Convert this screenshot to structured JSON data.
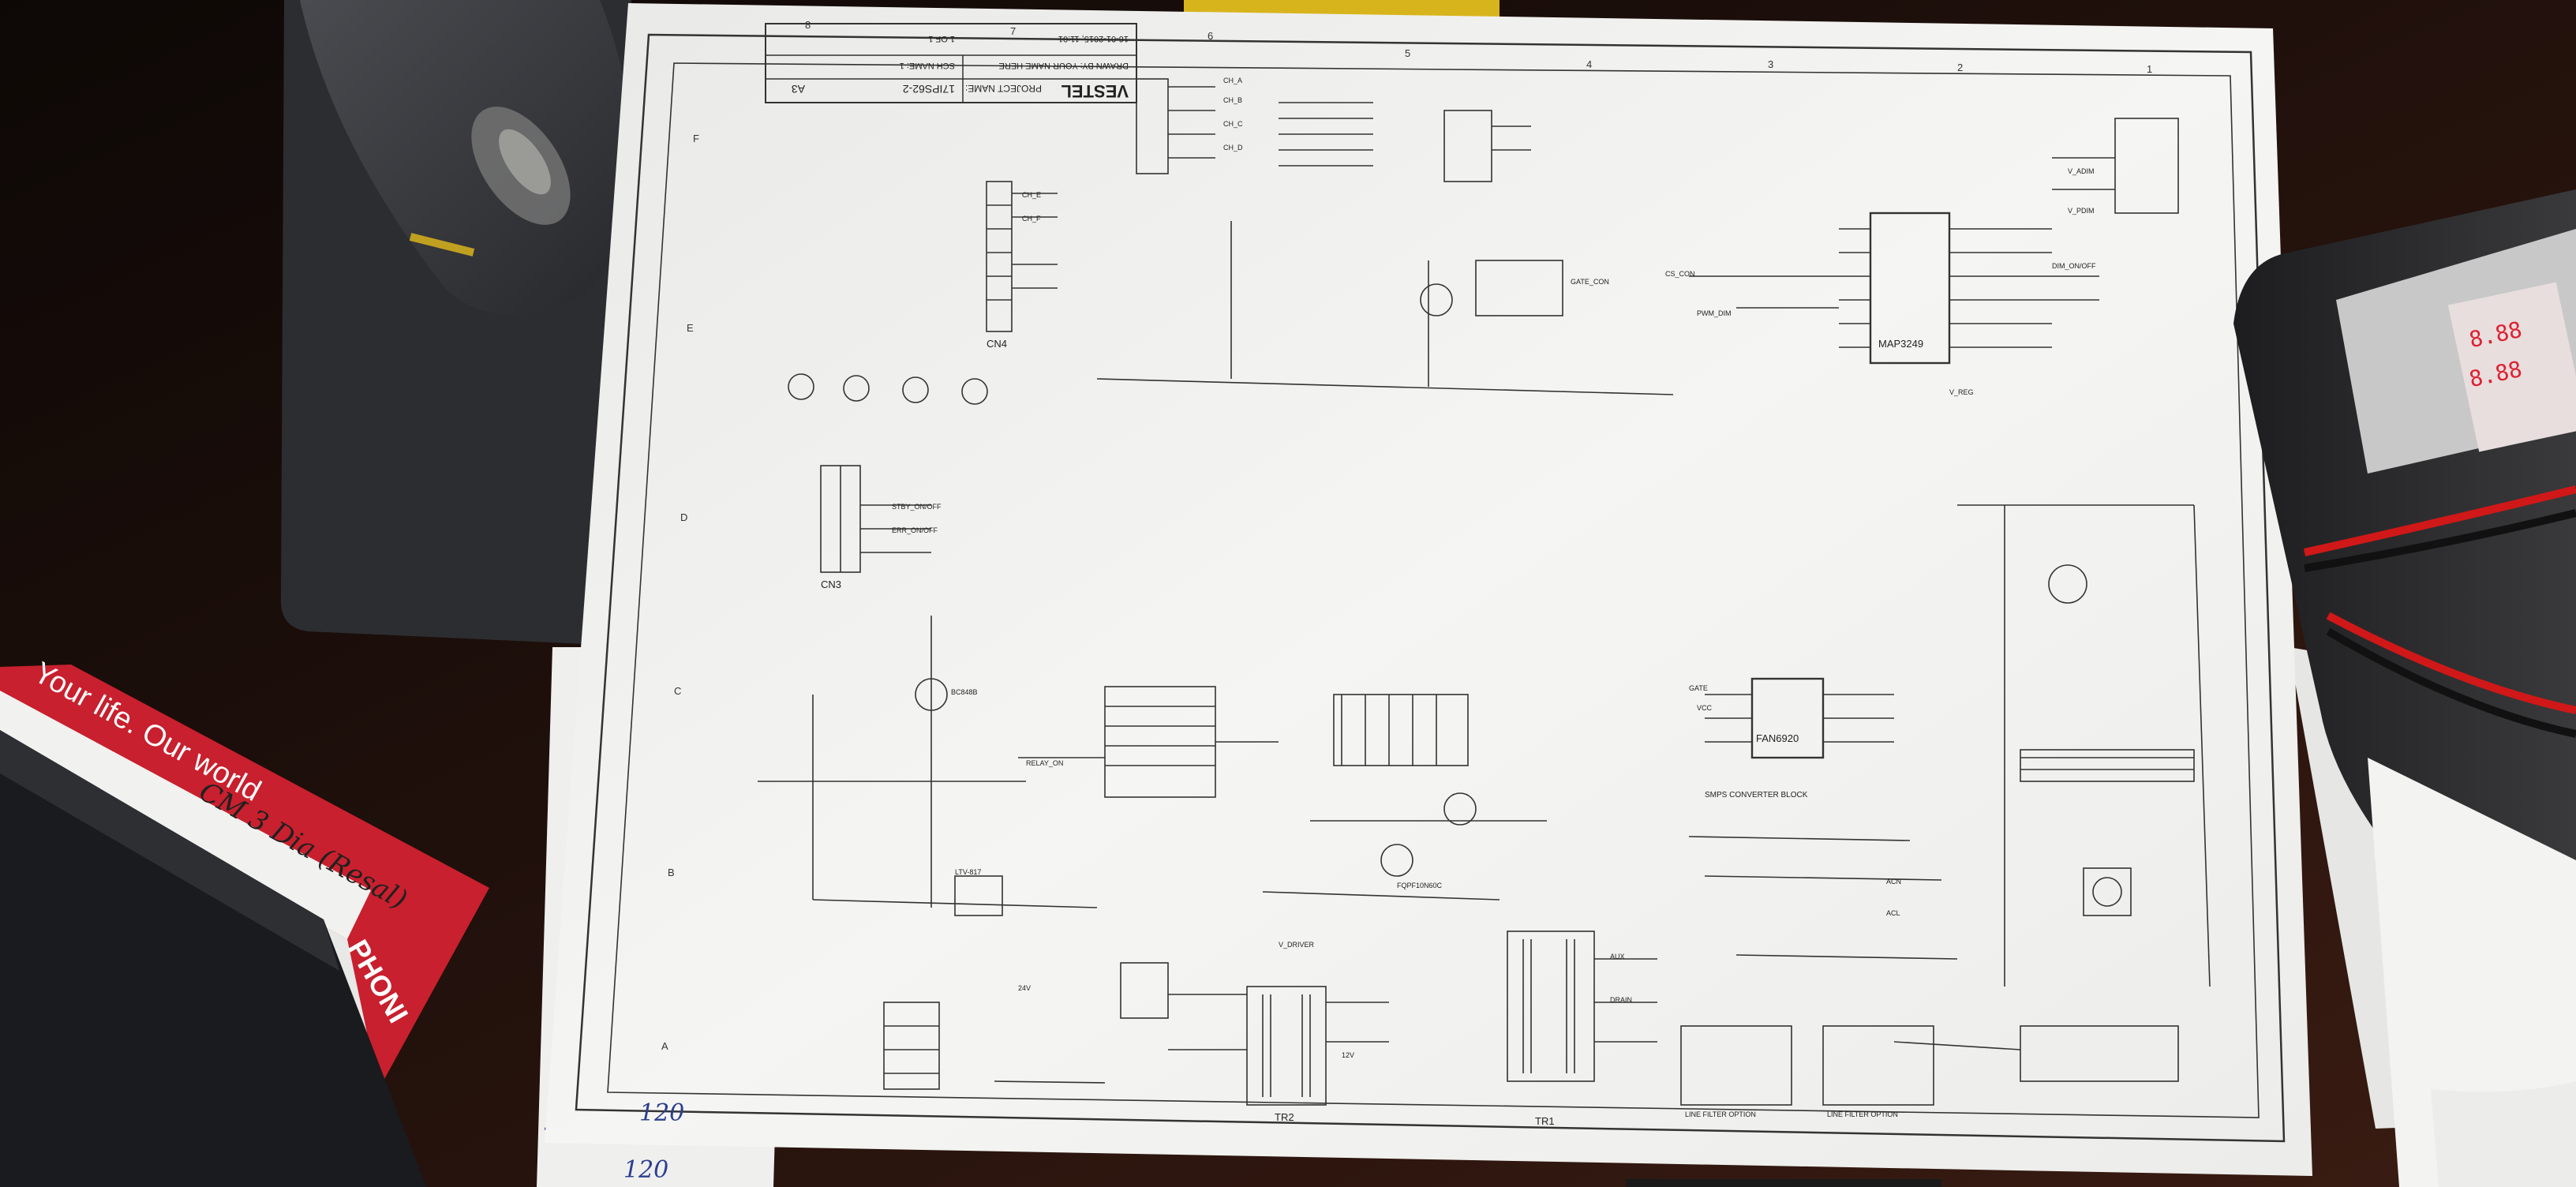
{
  "title_block": {
    "brand": "VESTEL",
    "project_name_label": "PROJECT NAME:",
    "project_name_value": "17IPS62-2",
    "sheet_size": "A3",
    "drawn_by": "DRAWN BY: YOUR NAME HERE",
    "sch_name": "SCH NAME: 1",
    "date": "16-01-2015, 11:01",
    "sheet": "1 OF 1"
  },
  "schematic": {
    "ic_main": "MAP3249",
    "ic_pfc": "FAN6920",
    "ic_pfc_caption": "SMPS CONVERTER BLOCK",
    "transformer_1": "TR1",
    "transformer_2": "TR2",
    "connector_cn4": "CN4",
    "connector_cn3": "CN3",
    "line_filter_left": "LINE FILTER OPTION",
    "line_filter_right": "LINE FILTER OPTION",
    "transistor_label": "BC848B",
    "optocoupler_label": "LTV-817",
    "mosfet_label": "FQPF10N60C",
    "net_labels": [
      "V_REG",
      "DIM_ON/OFF",
      "V_ADIM",
      "V_PDIM",
      "CH_A",
      "CH_B",
      "CH_C",
      "CH_D",
      "CH_E",
      "CH_F",
      "GATE_CON",
      "CS_CON",
      "PWM_DIM",
      "STBY_ON/OFF",
      "ERR_ON/OFF",
      "RELAY_ON",
      "24V",
      "12V",
      "AUX",
      "DRAIN",
      "V_DRIVER",
      "ACN",
      "ACL",
      "VCC",
      "GATE"
    ],
    "border_numbers": [
      "8",
      "7",
      "6",
      "5",
      "4",
      "3",
      "2",
      "1"
    ],
    "border_letters": [
      "A",
      "B",
      "C",
      "D",
      "E",
      "F"
    ]
  },
  "stacked_box": {
    "slogan": "Your life. Our world",
    "handwriting": "CM 3 Dia (Resal)",
    "brand_partial": "PHONI"
  },
  "handwritten_notes": [
    "120",
    "120"
  ],
  "colors": {
    "desk": "#1c0f0b",
    "paper": "#f3f3f1",
    "red_box": "#c8202e",
    "mousepad": "#2c2d31",
    "device": "#2a2a2a"
  }
}
